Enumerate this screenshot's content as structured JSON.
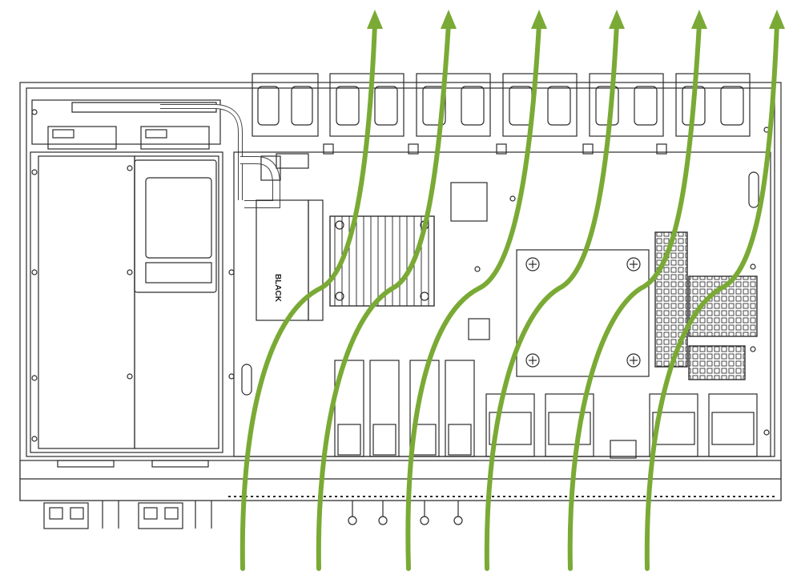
{
  "diagram": {
    "cable_label": "BLACK",
    "colors": {
      "airflow_arrow": "#7AAA35",
      "line_drawing": "#2b2b2b",
      "chassis_fill": "#ffffff",
      "background": "#ffffff"
    },
    "airflow_arrow_count": 6,
    "fan_count": 6,
    "icons": [
      "airflow-arrow",
      "fan-module",
      "heatsink",
      "power-supply",
      "connector"
    ]
  }
}
